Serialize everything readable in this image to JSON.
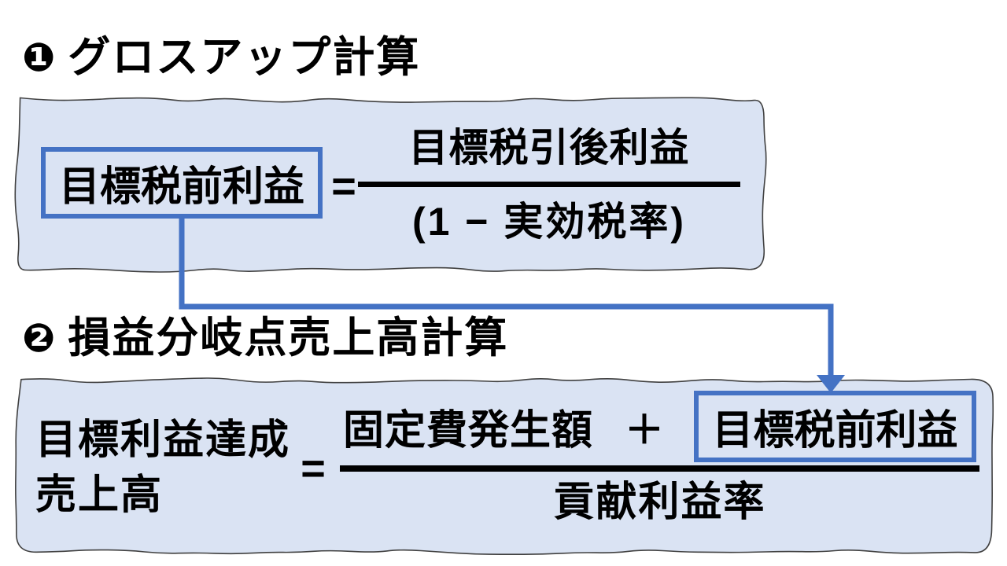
{
  "colors": {
    "accent": "#4472C4",
    "panel_fill": "#dae3f3",
    "panel_outline": "#404040",
    "formula_text": "#000000",
    "fraction_bar": "#000000"
  },
  "sections": [
    {
      "marker": "❶",
      "title": "グロスアップ計算",
      "formula": {
        "lhs": "目標税前利益",
        "equals": "=",
        "numerator": "目標税引後利益",
        "denominator": "(1 − 実効税率)"
      }
    },
    {
      "marker": "❷",
      "title": "損益分岐点売上高計算",
      "formula": {
        "lhs_line1": "目標利益達成",
        "lhs_line2": "売上高",
        "equals": "=",
        "numerator_term1": "固定費発生額",
        "numerator_operator": "＋",
        "numerator_term2": "目標税前利益",
        "denominator": "貢献利益率"
      }
    }
  ]
}
